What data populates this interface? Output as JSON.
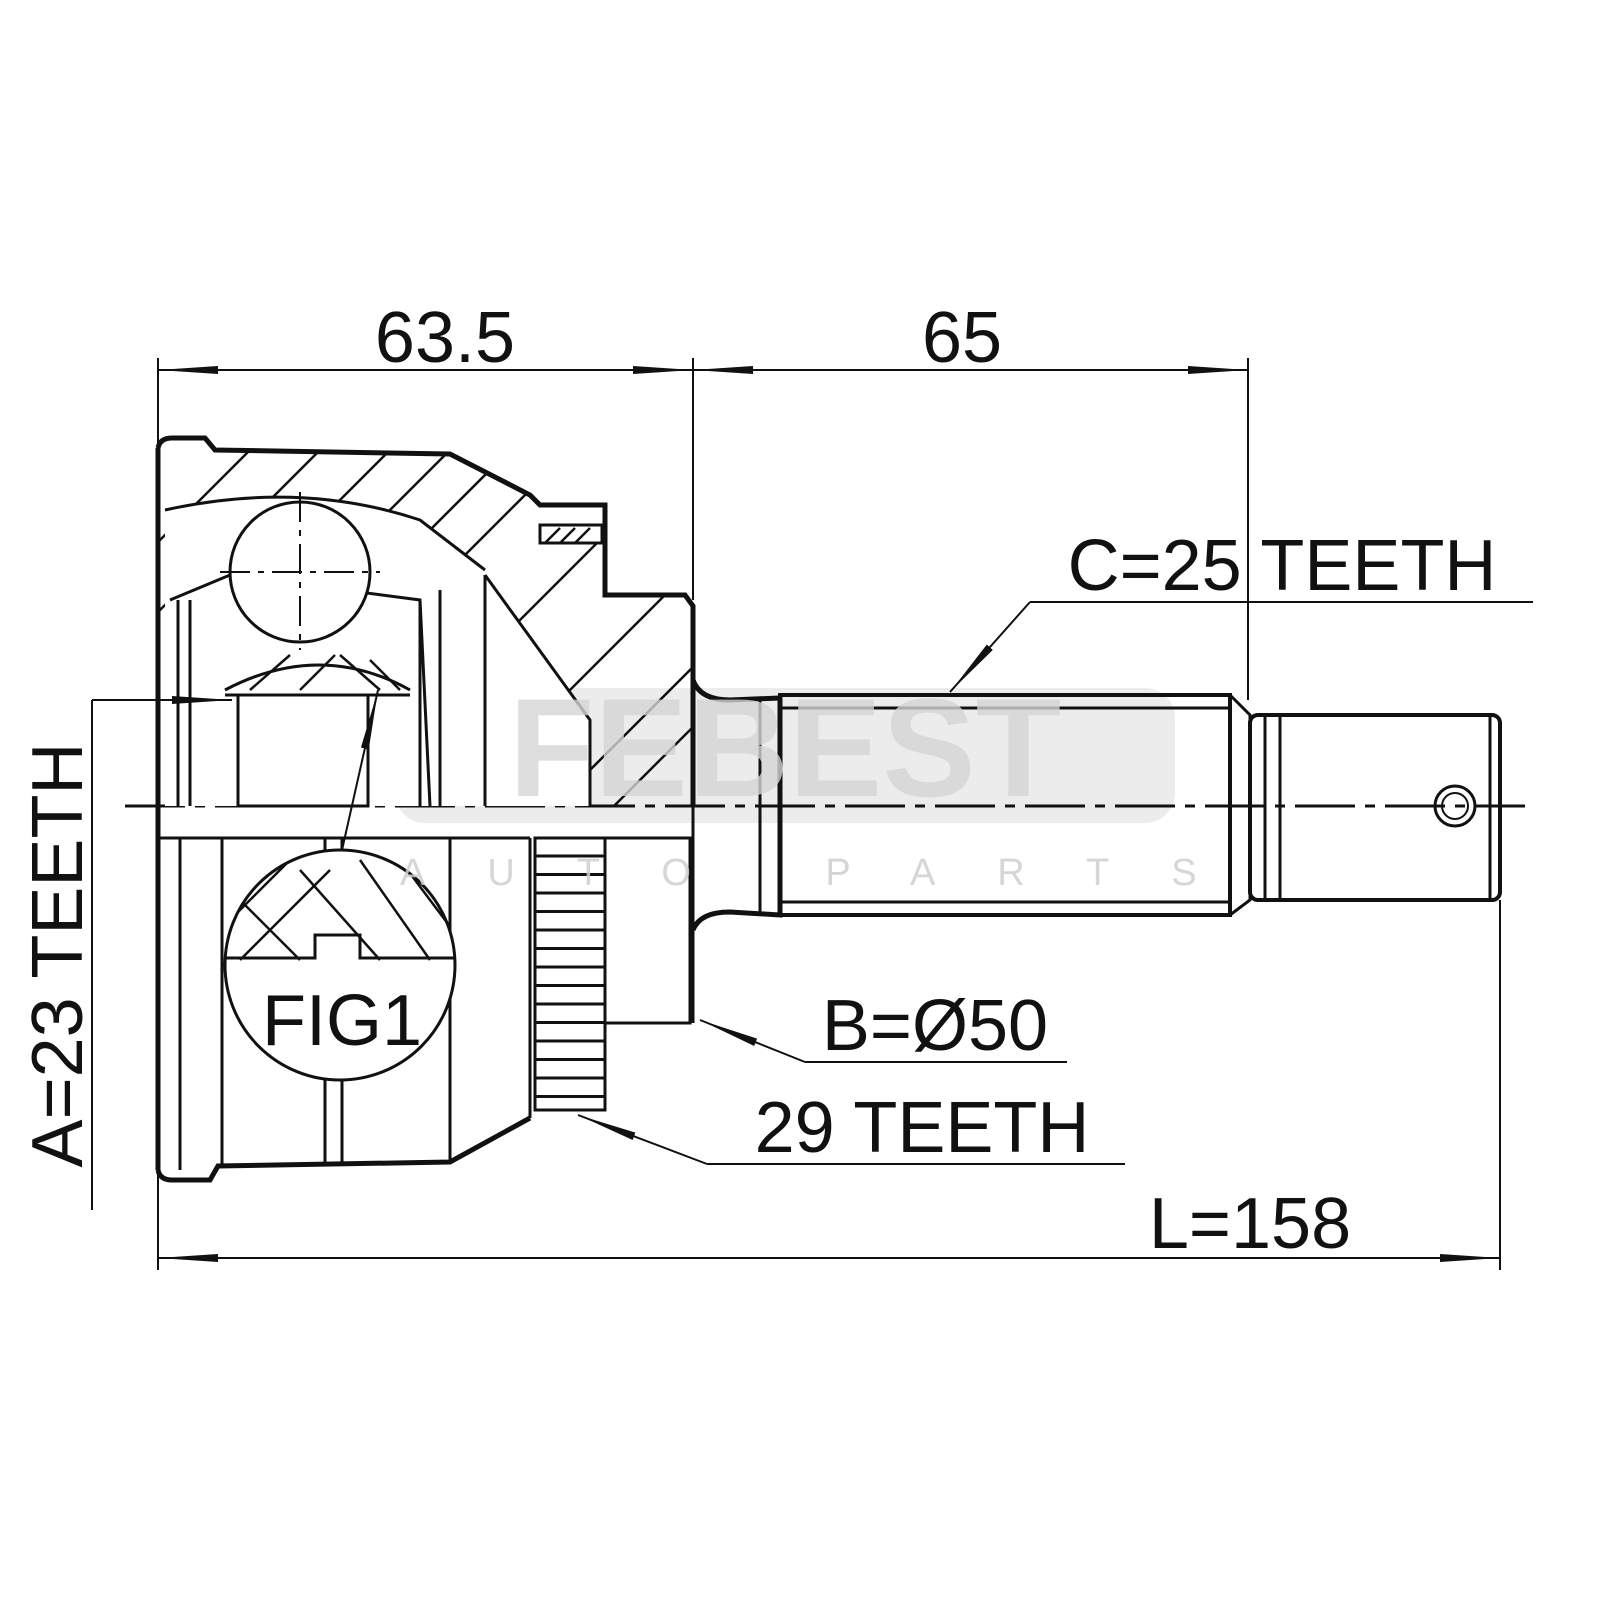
{
  "drawing": {
    "dimension_housing_length": "63.5",
    "dimension_shaft_length": "65",
    "total_length": "L=158",
    "spline_outer": "C=25 TEETH",
    "spline_inner": "A=23 TEETH",
    "seal_diameter": "B=Ø50",
    "abs_ring": "29 TEETH",
    "detail_label": "FIG1"
  },
  "watermark": {
    "brand": "FEBEST",
    "sub": "AUTO PARTS"
  },
  "colors": {
    "line": "#111111",
    "watermark": "#e2e2e2"
  }
}
